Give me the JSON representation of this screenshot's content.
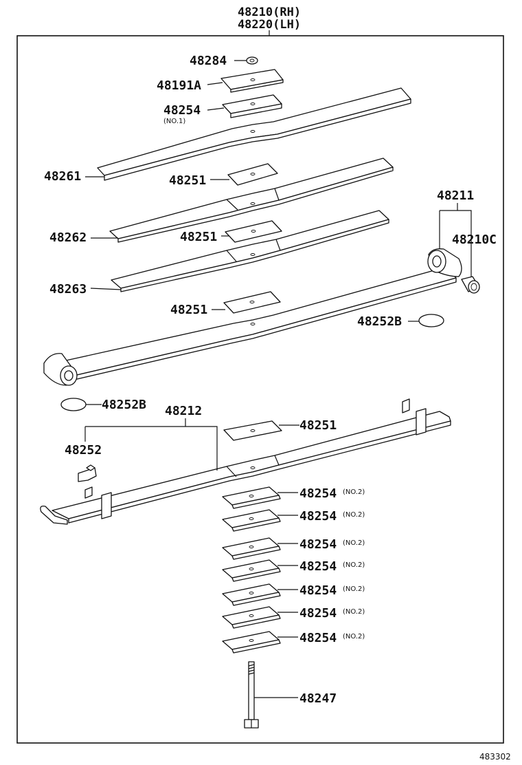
{
  "header": {
    "line1": "48210(RH)",
    "line2": "48220(LH)"
  },
  "callouts": {
    "p48284": "48284",
    "p48191a": "48191A",
    "p48254_top": "48254",
    "p48254_top_note": "(NO.1)",
    "p48261": "48261",
    "p48251_a": "48251",
    "p48262": "48262",
    "p48251_b": "48251",
    "p48263": "48263",
    "p48251_c": "48251",
    "p48211": "48211",
    "p48210c": "48210C",
    "p48252b_right": "48252B",
    "p48252b_left": "48252B",
    "p48212": "48212",
    "p48252": "48252",
    "p48251_d": "48251",
    "p48247": "48247"
  },
  "lower_spacers": [
    {
      "label": "48254",
      "note": "(NO.2)"
    },
    {
      "label": "48254",
      "note": "(NO.2)"
    },
    {
      "label": "48254",
      "note": "(NO.2)"
    },
    {
      "label": "48254",
      "note": "(NO.2)"
    },
    {
      "label": "48254",
      "note": "(NO.2)"
    },
    {
      "label": "48254",
      "note": "(NO.2)"
    },
    {
      "label": "48254",
      "note": "(NO.2)"
    }
  ],
  "diagram_code": "483302",
  "colors": {
    "line": "#111111",
    "background": "#ffffff"
  }
}
